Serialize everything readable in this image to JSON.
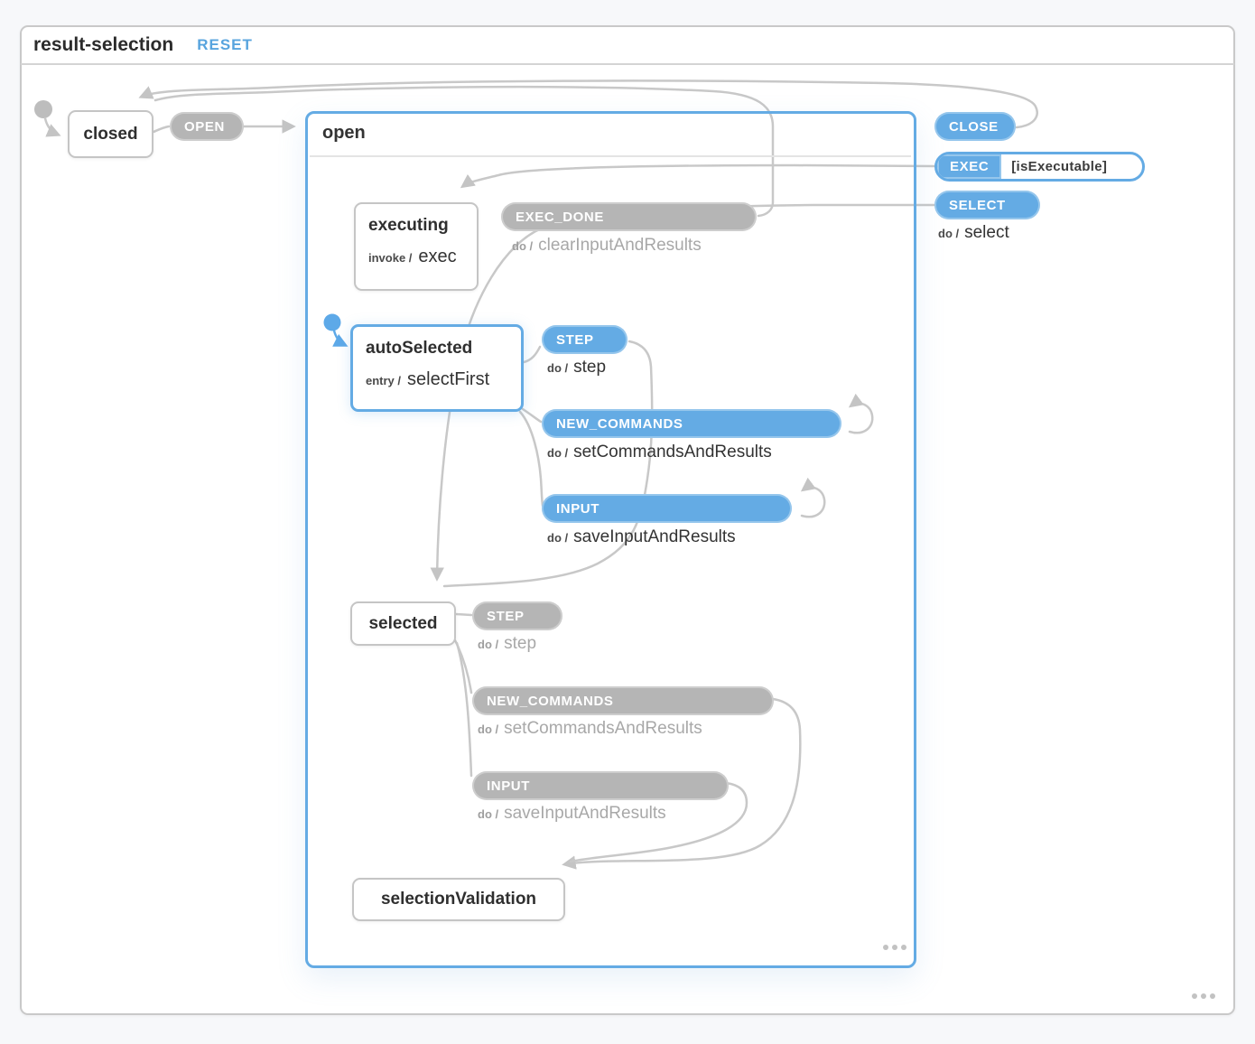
{
  "header": {
    "title": "result-selection",
    "reset_label": "RESET"
  },
  "colors": {
    "blue": "#64abe4",
    "pill_gray": "#b5b5b5",
    "connector": "#c8c8c8",
    "reset_blue": "#58a4de",
    "text_dark": "#333333",
    "text_muted": "#a6a6a6",
    "border_gray": "#c5c5c5"
  },
  "states": {
    "closed": {
      "label": "closed"
    },
    "open": {
      "label": "open"
    },
    "executing": {
      "label": "executing",
      "activity_keyword": "invoke /",
      "activity_action": "exec"
    },
    "autoSelected": {
      "label": "autoSelected",
      "activity_keyword": "entry /",
      "activity_action": "selectFirst"
    },
    "selected": {
      "label": "selected"
    },
    "selectionValidation": {
      "label": "selectionValidation"
    }
  },
  "events": {
    "open_evt": {
      "label": "OPEN"
    },
    "close_evt": {
      "label": "CLOSE"
    },
    "exec_evt": {
      "label": "EXEC",
      "guard": "[isExecutable]"
    },
    "select_evt": {
      "label": "SELECT",
      "do_keyword": "do /",
      "action": "select"
    },
    "exec_done": {
      "label": "EXEC_DONE",
      "do_keyword": "do /",
      "action": "clearInputAndResults"
    },
    "auto_step": {
      "label": "STEP",
      "do_keyword": "do /",
      "action": "step"
    },
    "auto_new_commands": {
      "label": "NEW_COMMANDS",
      "do_keyword": "do /",
      "action": "setCommandsAndResults"
    },
    "auto_input": {
      "label": "INPUT",
      "do_keyword": "do /",
      "action": "saveInputAndResults"
    },
    "sel_step": {
      "label": "STEP",
      "do_keyword": "do /",
      "action": "step"
    },
    "sel_new_commands": {
      "label": "NEW_COMMANDS",
      "do_keyword": "do /",
      "action": "setCommandsAndResults"
    },
    "sel_input": {
      "label": "INPUT",
      "do_keyword": "do /",
      "action": "saveInputAndResults"
    }
  }
}
